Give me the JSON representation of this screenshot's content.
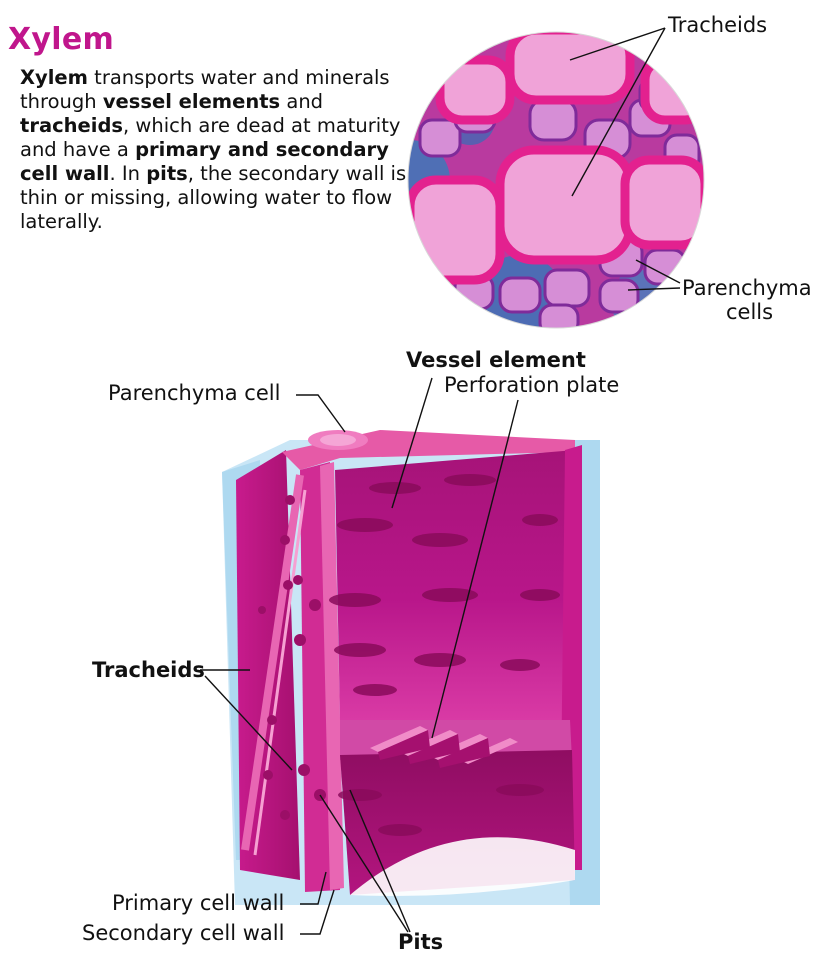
{
  "title": "Xylem",
  "description": {
    "p1_b": "Xylem",
    "p1": " transports water and minerals through ",
    "p2_b": "vessel elements",
    "p3": " and ",
    "p4_b": "tracheids",
    "p5": ", which are dead at maturity and have a ",
    "p6_b": "primary and secondary cell wall",
    "p7": ". In ",
    "p8_b": "pits",
    "p9": ", the secondary wall is thin or missing, allowing water to flow laterally."
  },
  "labels": {
    "tracheids_top": "Tracheids",
    "parenchyma_cells_1": "Parenchyma",
    "parenchyma_cells_2": "cells",
    "vessel_element": "Vessel element",
    "perforation_plate": "Perforation plate",
    "parenchyma_cell": "Parenchyma cell",
    "tracheids_left": "Tracheids",
    "primary_cell_wall": "Primary cell wall",
    "secondary_cell_wall": "Secondary cell wall",
    "pits": "Pits"
  },
  "colors": {
    "title": "#c0168c",
    "wall_magenta": "#c2167f",
    "wall_dark": "#9b0f67",
    "wall_light": "#e65aa7",
    "background_cells": "#b9dff3",
    "micrograph_pink": "#ea4fb0"
  }
}
